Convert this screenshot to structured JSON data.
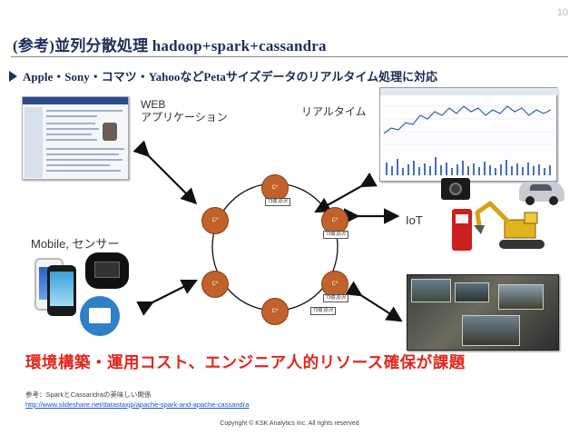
{
  "page": {
    "number": "10"
  },
  "title": {
    "text": "(参考)並列分散処理 hadoop+spark+cassandra"
  },
  "bullet": {
    "text": "Apple・Sony・コマツ・YahooなどPetaサイズデータのリアルタイム処理に対応"
  },
  "diagram": {
    "web_label_line1": "WEB",
    "web_label_line2": "アプリケーション",
    "realtime_label": "リアルタイム",
    "iot_label": "IoT",
    "mobile_label": "Mobile, センサー",
    "nodes": [
      {
        "label": "C*",
        "tag": "73億,原沢"
      },
      {
        "label": "C*",
        "tag": "73億,原沢"
      },
      {
        "label": "C*",
        "tag": "73億,原沢"
      },
      {
        "label": "C*",
        "tag": "73億,原沢"
      },
      {
        "label": "C*",
        "tag": ""
      },
      {
        "label": "C*",
        "tag": ""
      }
    ]
  },
  "callout": {
    "text": "環境構築・運用コスト、エンジニア人的リソース確保が課題"
  },
  "reference": {
    "note": "参考：SparkとCassandraの美味しい関係",
    "link": "http://www.slideshare.net/datastaxjp/apache-spark-and-apache-cassandra"
  },
  "footer": {
    "copyright": "Copyright © KSK Analytics Inc. All rights reserved"
  },
  "colors": {
    "accent_red": "#e2261c",
    "title_navy": "#1f2f5a",
    "node_orange": "#c0622a",
    "link_blue": "#1b54c6"
  }
}
